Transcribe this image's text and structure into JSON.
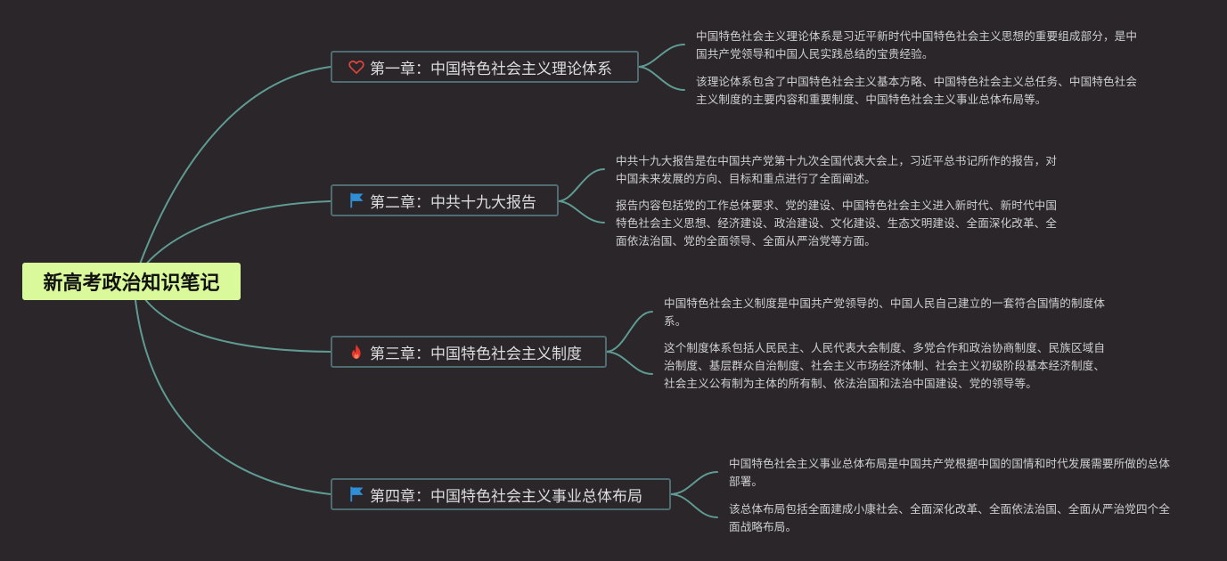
{
  "root": {
    "title": "新高考政治知识笔记"
  },
  "chapters": [
    {
      "title": "第一章：中国特色社会主义理论体系",
      "icon": "heart-icon",
      "notes": [
        "中国特色社会主义理论体系是习近平新时代中国特色社会主义思想的重要组成部分，是中国共产党领导和中国人民实践总结的宝贵经验。",
        "该理论体系包含了中国特色社会主义基本方略、中国特色社会主义总任务、中国特色社会主义制度的主要内容和重要制度、中国特色社会主义事业总体布局等。"
      ]
    },
    {
      "title": "第二章：中共十九大报告",
      "icon": "flag-icon",
      "notes": [
        "中共十九大报告是在中国共产党第十九次全国代表大会上，习近平总书记所作的报告，对中国未来发展的方向、目标和重点进行了全面阐述。",
        "报告内容包括党的工作总体要求、党的建设、中国特色社会主义进入新时代、新时代中国特色社会主义思想、经济建设、政治建设、文化建设、生态文明建设、全面深化改革、全面依法治国、党的全面领导、全面从严治党等方面。"
      ]
    },
    {
      "title": "第三章：中国特色社会主义制度",
      "icon": "fire-icon",
      "notes": [
        "中国特色社会主义制度是中国共产党领导的、中国人民自己建立的一套符合国情的制度体系。",
        "这个制度体系包括人民民主、人民代表大会制度、多党合作和政治协商制度、民族区域自治制度、基层群众自治制度、社会主义市场经济体制、社会主义初级阶段基本经济制度、社会主义公有制为主体的所有制、依法治国和法治中国建设、党的领导等。"
      ]
    },
    {
      "title": "第四章：中国特色社会主义事业总体布局",
      "icon": "flag-icon",
      "notes": [
        "中国特色社会主义事业总体布局是中国共产党根据中国的国情和时代发展需要所做的总体部署。",
        "该总体布局包括全面建成小康社会、全面深化改革、全面依法治国、全面从严治党四个全面战略布局。"
      ]
    }
  ],
  "colors": {
    "background": "#2a2629",
    "connector": "#5f9b93",
    "root_fill": "#d9f99a",
    "topic_border": "#4f6c73",
    "heart": "#e0453e",
    "flag": "#2f8fd6",
    "fire": "#e8362a"
  }
}
